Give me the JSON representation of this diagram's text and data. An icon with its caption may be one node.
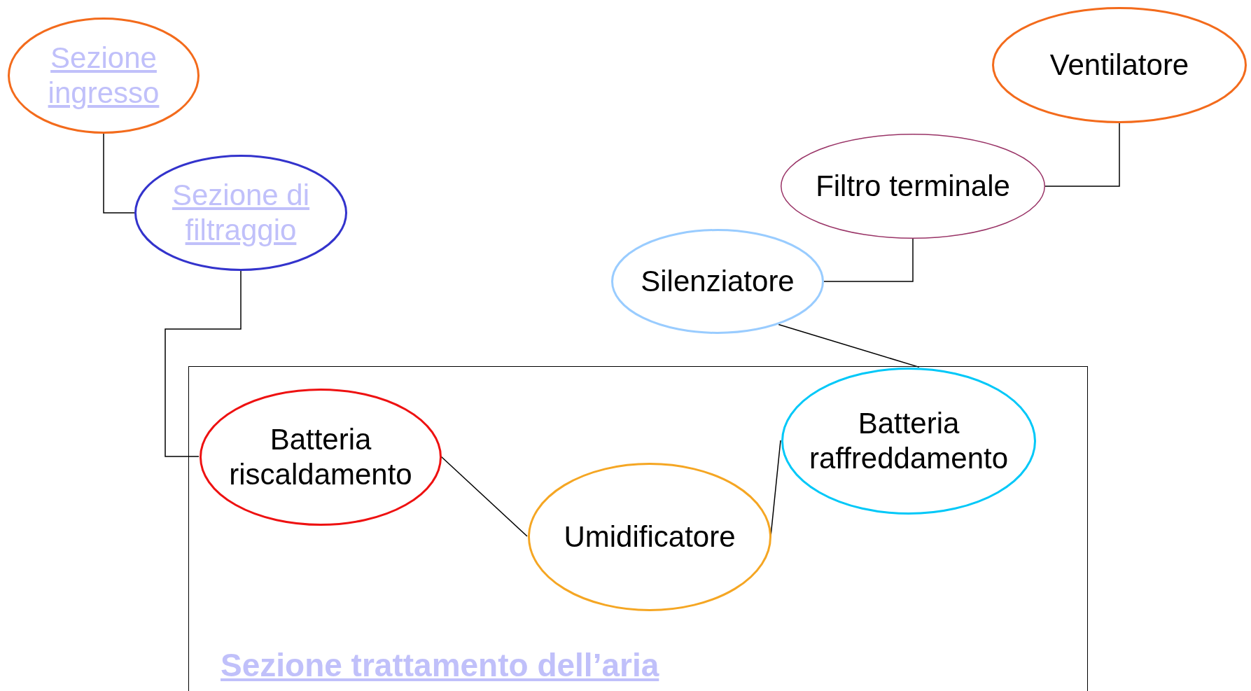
{
  "diagram": {
    "nodes": [
      {
        "text": [
          "Sezione ingresso"
        ]
      },
      {
        "text": [
          "Ventilatore"
        ]
      },
      {
        "text": [
          "Sezione di filtraggio"
        ]
      },
      {
        "text": [
          "Filtro terminale"
        ]
      },
      {
        "text": [
          "Silenziatore"
        ]
      },
      {
        "text": [
          "Sezione trattamento dell’aria"
        ]
      },
      {
        "text": [
          "Batteria riscaldamento"
        ],
        "in": 5
      },
      {
        "text": [
          "Umidificatore"
        ],
        "in": 5
      },
      {
        "text": [
          "Batteria raffreddamento"
        ],
        "in": 5
      }
    ],
    "edges": [
      {
        "from": 0,
        "to": 2,
        "arrow": "none"
      },
      {
        "from": 2,
        "to": 6,
        "arrow": "none"
      },
      {
        "from": 6,
        "to": 7,
        "arrow": "none"
      },
      {
        "from": 7,
        "to": 8,
        "arrow": "none"
      },
      {
        "from": 8,
        "to": 4,
        "arrow": "none"
      },
      {
        "from": 4,
        "to": 3,
        "arrow": "none"
      },
      {
        "from": 3,
        "to": 1,
        "arrow": "none"
      }
    ]
  }
}
